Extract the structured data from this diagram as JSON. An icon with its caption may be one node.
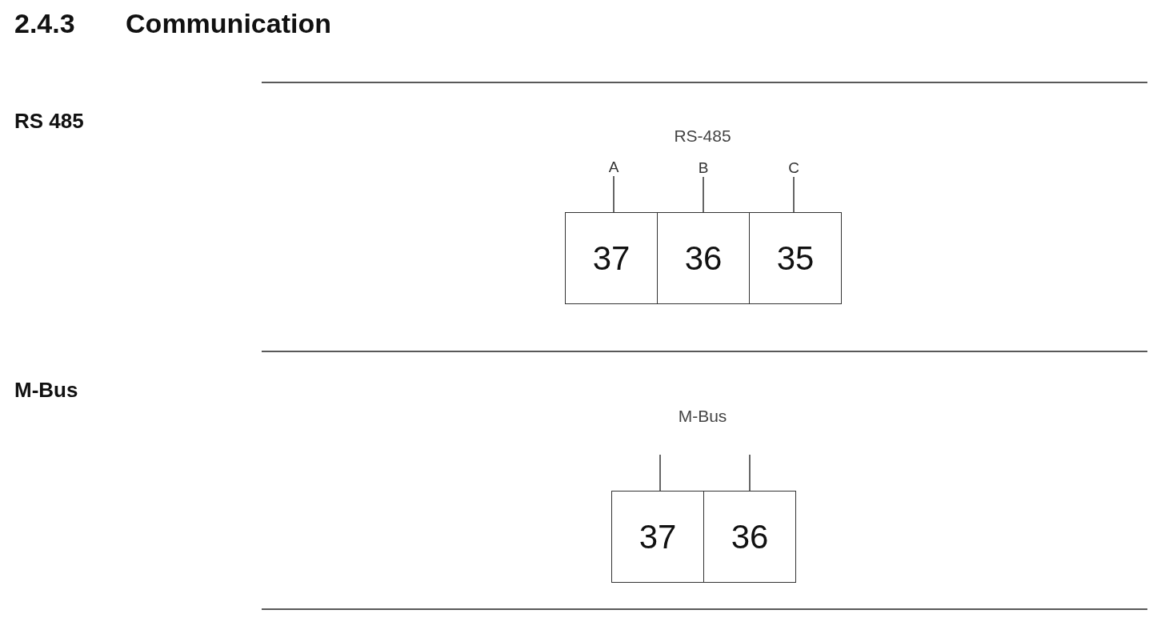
{
  "diagram": {
    "title": "2.4.3 Communication",
    "nodes": [
      {
        "text": [
          "37"
        ]
      },
      {
        "text": [
          "36"
        ]
      },
      {
        "text": [
          "35"
        ]
      },
      {
        "text": [
          "A"
        ]
      },
      {
        "text": [
          "B"
        ]
      },
      {
        "text": [
          "C"
        ]
      },
      {
        "text": [
          "37"
        ]
      },
      {
        "text": [
          "36"
        ]
      }
    ],
    "edges": [
      {
        "from": 3,
        "to": 0,
        "arrow": "none"
      },
      {
        "from": 4,
        "to": 1,
        "arrow": "none"
      },
      {
        "from": 5,
        "to": 2,
        "arrow": "none"
      },
      {
        "from": null,
        "to": 6,
        "arrow": "none"
      },
      {
        "from": null,
        "to": 7,
        "arrow": "none"
      }
    ],
    "labels": [
      "RS 485",
      "RS-485",
      "M-Bus",
      "M-Bus"
    ]
  }
}
